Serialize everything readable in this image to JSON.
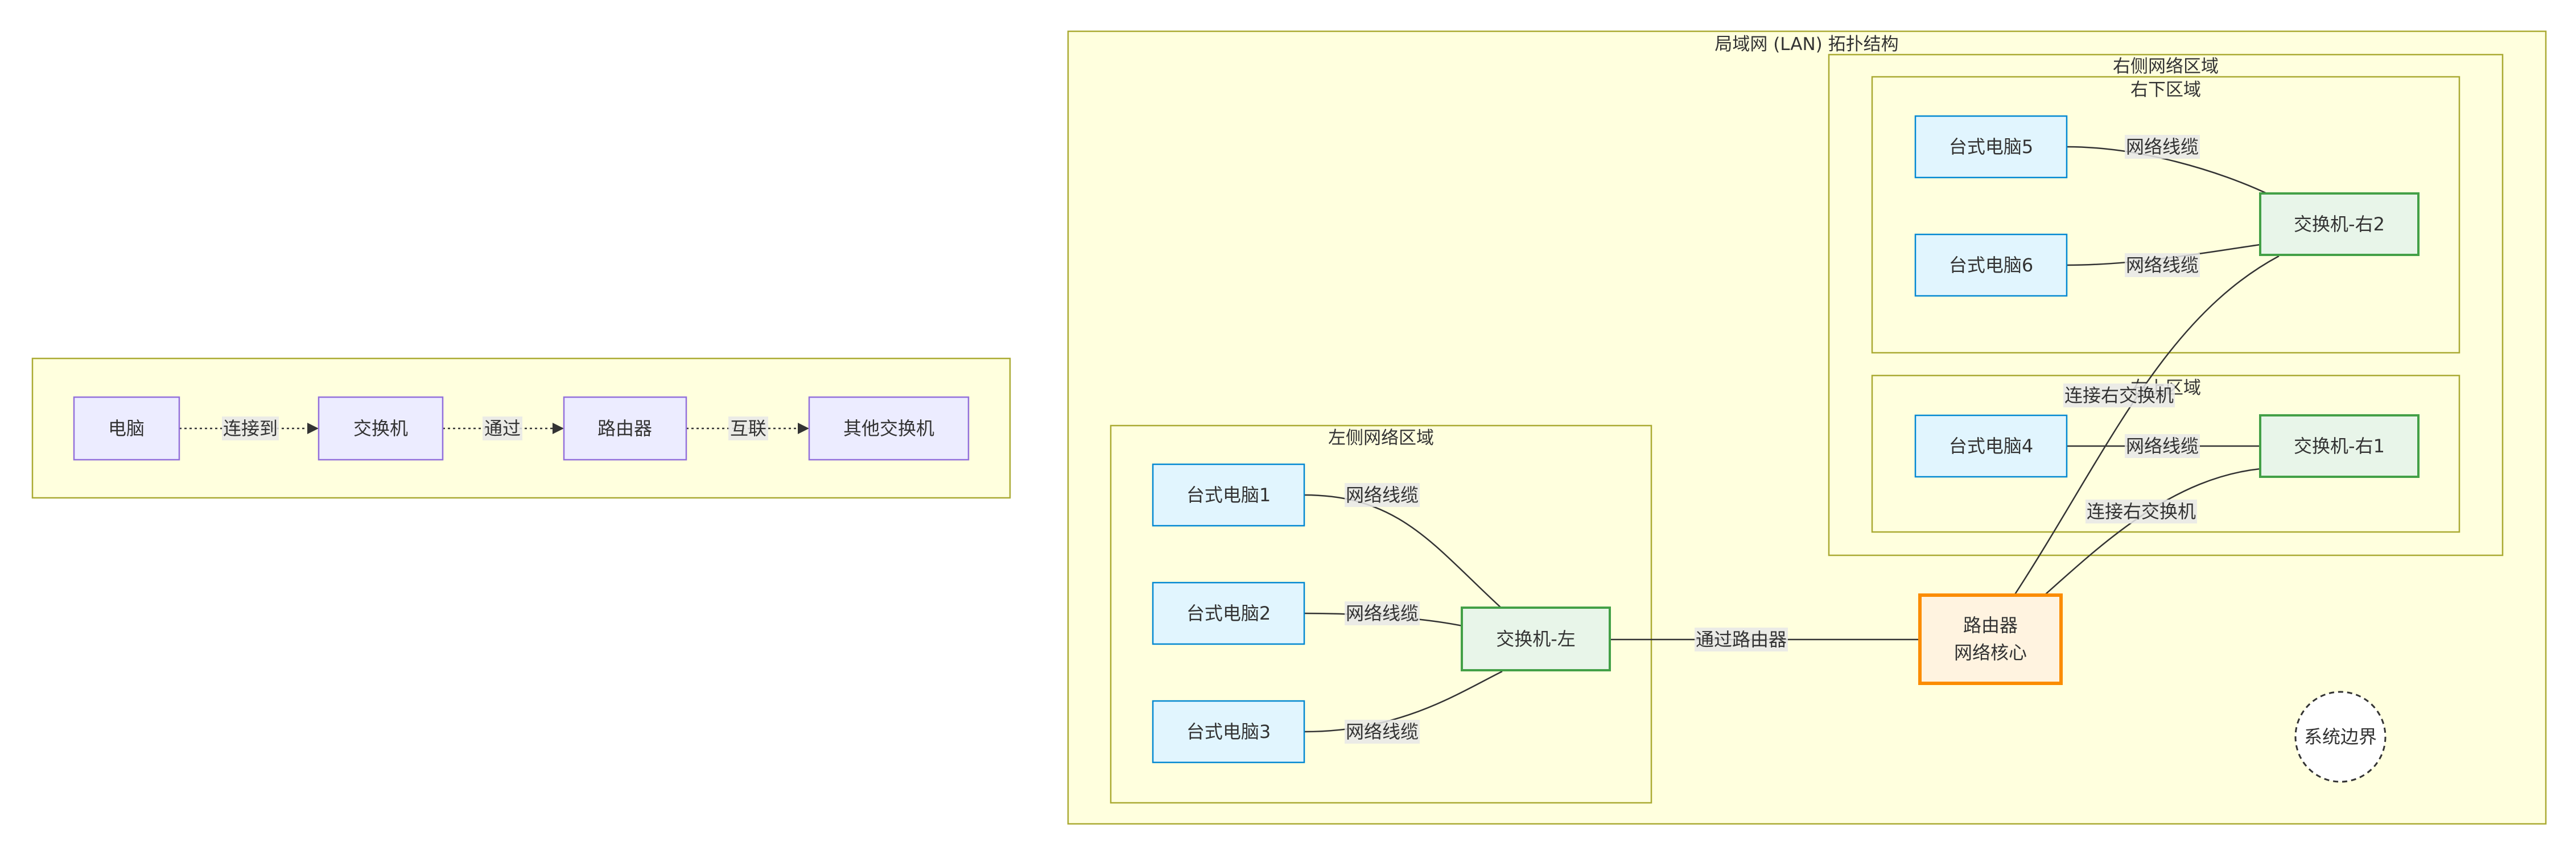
{
  "colors": {
    "cluster_fill": "#ffffde",
    "cluster_stroke": "#aaaa33",
    "process_fill": "#ececff",
    "process_stroke": "#9370db",
    "pc_fill": "#e1f5fe",
    "pc_stroke": "#0288d1",
    "switch_fill": "#e8f5e9",
    "switch_stroke": "#43a047",
    "router_fill": "#fff3e0",
    "router_stroke": "#fb8c00"
  },
  "legend": {
    "nodes": {
      "pc": "电脑",
      "switch": "交换机",
      "router": "路由器",
      "other_switch": "其他交换机"
    },
    "edges": {
      "pc_switch": "连接到",
      "switch_router": "通过",
      "router_other": "互联"
    }
  },
  "lan": {
    "title": "局域网 (LAN) 拓扑结构",
    "left_zone": {
      "title": "左侧网络区域",
      "pc1": "台式电脑1",
      "pc2": "台式电脑2",
      "pc3": "台式电脑3",
      "switch": "交换机-左",
      "cable1": "网络线缆",
      "cable2": "网络线缆",
      "cable3": "网络线缆"
    },
    "right_zone": {
      "title": "右侧网络区域",
      "lower_zone": {
        "title": "右下区域",
        "pc5": "台式电脑5",
        "pc6": "台式电脑6",
        "switch": "交换机-右2",
        "cable5": "网络线缆",
        "cable6": "网络线缆"
      },
      "upper_zone": {
        "title": "右上区域",
        "pc4": "台式电脑4",
        "switch": "交换机-右1",
        "cable4": "网络线缆"
      }
    },
    "router": {
      "line1": "路由器",
      "line2": "网络核心"
    },
    "boundary": "系统边界",
    "edges": {
      "left_to_router": "通过路由器",
      "router_to_right2": "连接右交换机",
      "router_to_right1": "连接右交换机"
    }
  }
}
